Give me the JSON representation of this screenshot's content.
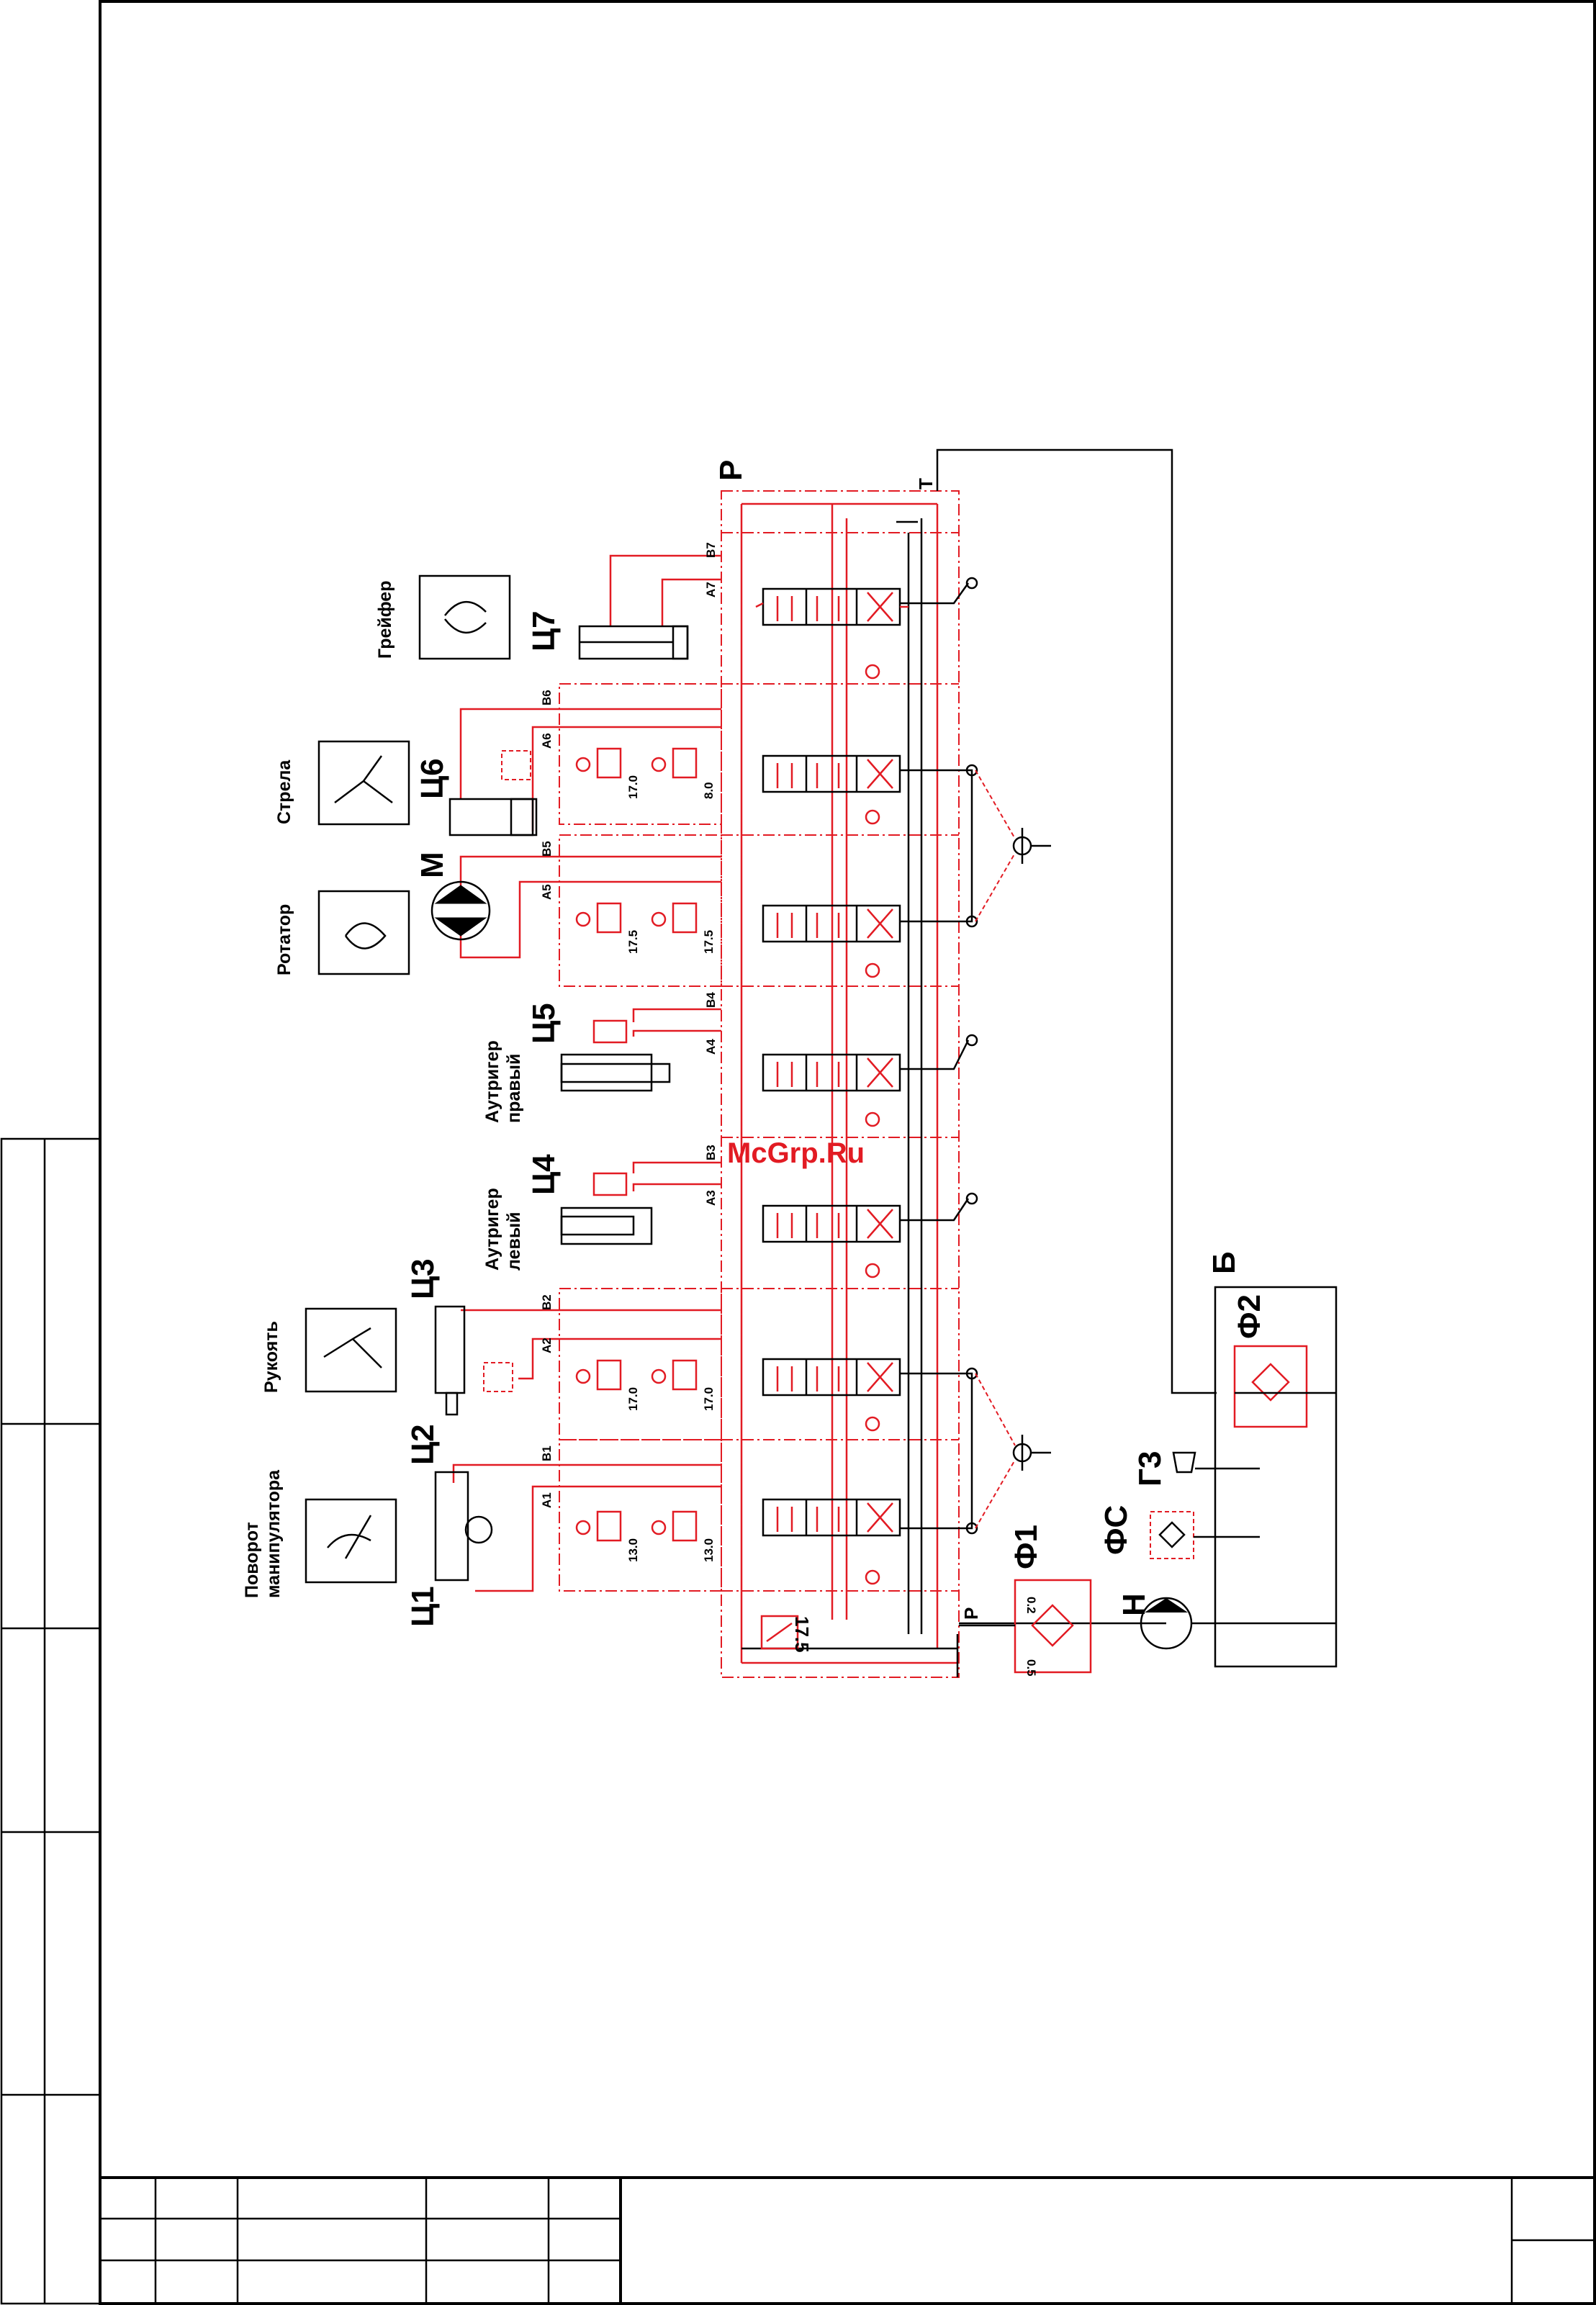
{
  "watermark": "McGrp.Ru",
  "labels": {
    "distributor": "Р",
    "tank_port": "Т",
    "pressure_port": "Р",
    "tank": "Б",
    "pump": "Н",
    "filter_pressure": "Ф1",
    "filter_return": "Ф2",
    "breather_filter": "ФС",
    "filler_neck": "Г3",
    "motor": "М"
  },
  "functions": {
    "grab": "Грейфер",
    "boom": "Стрела",
    "rotator": "Ротатор",
    "outrigger_right_1": "Аутригер",
    "outrigger_right_2": "правый",
    "outrigger_left_1": "Аутригер",
    "outrigger_left_2": "левый",
    "stick": "Рукоять",
    "slew_1": "Поворот",
    "slew_2": "манипулятора"
  },
  "cylinders": {
    "c1": "Ц1",
    "c2": "Ц2",
    "c3": "Ц3",
    "c4": "Ц4",
    "c5": "Ц5",
    "c6": "Ц6",
    "c7": "Ц7"
  },
  "ports": {
    "a1": "A1",
    "b1": "B1",
    "a2": "A2",
    "b2": "B2",
    "a3": "A3",
    "b3": "B3",
    "a4": "A4",
    "b4": "B4",
    "a5": "A5",
    "b5": "B5",
    "a6": "A6",
    "b6": "B6",
    "a7": "A7",
    "b7": "B7"
  },
  "settings": {
    "main_relief": "17.5",
    "s1a": "13.0",
    "s1b": "13.0",
    "s2a": "17.0",
    "s2b": "17.0",
    "s5a": "17.5",
    "s5b": "17.5",
    "s6a": "17.0",
    "s6b": "8.0",
    "filter_bypass_1": "0.2",
    "filter_bypass_2": "0.5"
  },
  "colors": {
    "hydraulic_circuit": "#e21b23",
    "frame": "#000000"
  }
}
